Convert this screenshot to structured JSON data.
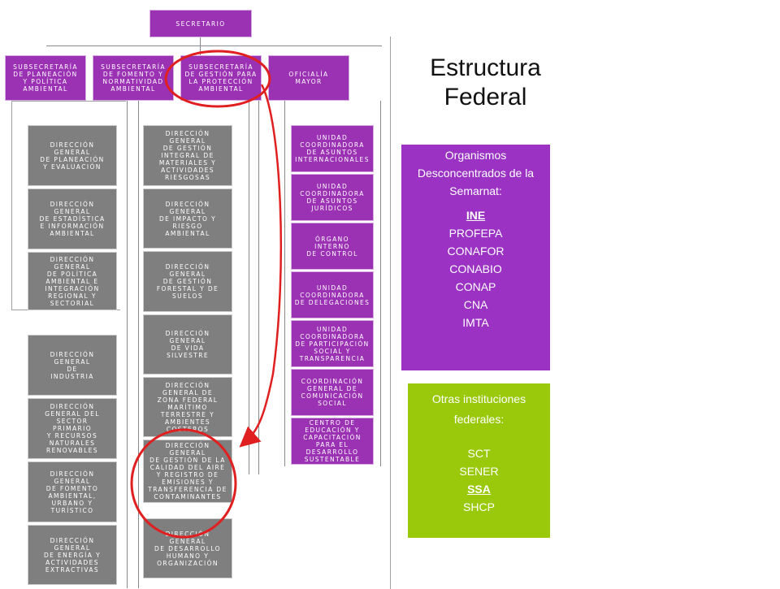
{
  "title": {
    "line1": "Estructura",
    "line2": "Federal"
  },
  "secretario": "SECRETARIO",
  "subsecretarias": [
    "SUBSECRETARÍA\nDE PLANEACIÓN\nY POLÍTICA\nAMBIENTAL",
    "SUBSECRETARÍA\nDE FOMENTO Y\nNORMATIVIDAD\nAMBIENTAL",
    "SUBSECRETARÍA\nDE GESTIÓN PARA\nLA PROTECCIÓN\nAMBIENTAL",
    "OFICIALÍA\nMAYOR"
  ],
  "planeacion_direcciones": [
    "DIRECCIÓN\nGENERAL\nDE PLANEACIÓN\nY EVALUACIÓN",
    "DIRECCIÓN\nGENERAL\nDE ESTADÍSTICA\nE INFORMACIÓN\nAMBIENTAL",
    "DIRECCIÓN\nGENERAL\nDE POLÍTICA\nAMBIENTAL E\nINTEGRACIÓN\nREGIONAL Y\nSECTORIAL"
  ],
  "fomento_direcciones": [
    "DIRECCIÓN\nGENERAL\nDE\nINDUSTRIA",
    "DIRECCIÓN\nGENERAL DEL\nSECTOR\nPRIMARIO\nY RECURSOS\nNATURALES\nRENOVABLES",
    "DIRECCIÓN\nGENERAL\nDE FOMENTO\nAMBIENTAL,\nURBANO Y\nTURÍSTICO",
    "DIRECCIÓN\nGENERAL\nDE ENERGÍA Y\nACTIVIDADES\nEXTRACTIVAS"
  ],
  "gestion_direcciones": [
    "DIRECCIÓN\nGENERAL\nDE GESTIÓN\nINTEGRAL DE\nMATERIALES Y\nACTIVIDADES\nRIESGOSAS",
    "DIRECCIÓN\nGENERAL\nDE IMPACTO Y\nRIESGO\nAMBIENTAL",
    "DIRECCIÓN\nGENERAL\nDE GESTIÓN\nFORESTAL Y DE\nSUELOS",
    "DIRECCIÓN\nGENERAL\nDE VIDA\nSILVESTRE",
    "DIRECCIÓN\nGENERAL DE\nZONA FEDERAL\nMARÍTIMO\nTERRESTRE Y\nAMBIENTES\nCOSTEROS",
    "DIRECCIÓN\nGENERAL\nDE GESTIÓN DE LA\nCALIDAD DEL AIRE\nY REGISTRO DE\nEMISIONES Y\nTRANSFERENCIA DE\nCONTAMINANTES",
    "DIRECCIÓN\nGENERAL\nDE DESARROLLO\nHUMANO Y\nORGANIZACIÓN"
  ],
  "oficialia_unidades": [
    "UNIDAD\nCOORDINADORA\nDE ASUNTOS\nINTERNACIONALES",
    "UNIDAD\nCOORDINADORA\nDE ASUNTOS\nJURÍDICOS",
    "ÓRGANO\nINTERNO\nDE CONTROL",
    "UNIDAD\nCOORDINADORA\nDE DELEGACIONES",
    "UNIDAD\nCOORDINADORA\nDE PARTICIPACIÓN\nSOCIAL Y\nTRANSPARENCIA",
    "COORDINACIÓN\nGENERAL DE\nCOMUNICACIÓN\nSOCIAL",
    "CENTRO DE\nEDUCACIÓN Y\nCAPACITACIÓN\nPARA EL\nDESARROLLO\nSUSTENTABLE"
  ],
  "organismos": {
    "heading": [
      "Organismos",
      "Desconcentrados de la",
      "Semarnat:"
    ],
    "highlighted": "INE",
    "items": [
      "PROFEPA",
      "CONAFOR",
      "CONABIO",
      "CONAP",
      "CNA",
      "IMTA"
    ]
  },
  "otras": {
    "heading": [
      "Otras instituciones",
      "federales:"
    ],
    "items_before": [
      "SCT",
      "SENER"
    ],
    "highlighted": "SSA",
    "items_after": [
      "SHCP"
    ]
  },
  "colors": {
    "purple_box": "#9b32b4",
    "gray_box": "#7f7f7f",
    "organismos_panel": "#9b32c4",
    "otras_panel": "#9ac80a",
    "annotation_red": "#e02020"
  }
}
